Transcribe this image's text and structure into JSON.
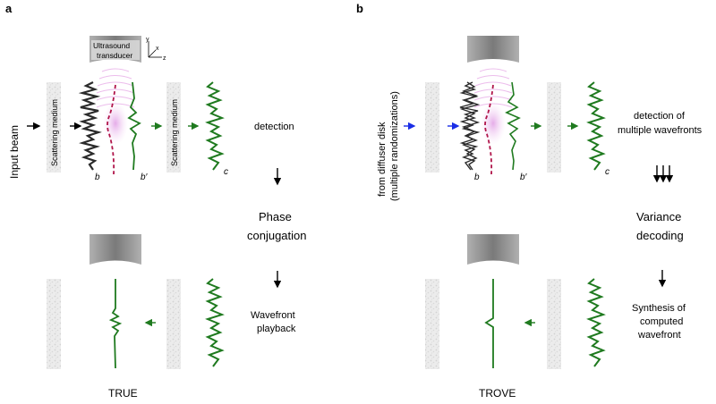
{
  "panels": {
    "a": {
      "letter": "a",
      "input_label": "Input beam",
      "medium_label": "Scattering medium",
      "transducer_line1": "Ultrasound",
      "transducer_line2": "transducer",
      "axes": {
        "y": "y",
        "x": "x",
        "z": "z"
      },
      "wave_b": "b",
      "wave_bprime": "b′",
      "wave_c": "c",
      "step1": "detection",
      "step2_line1": "Phase",
      "step2_line2": "conjugation",
      "step3_line1": "Wavefront",
      "step3_line2": "playback",
      "method": "TRUE"
    },
    "b": {
      "letter": "b",
      "input_line1": "from diffuser disk",
      "input_line2": "(multiple randomizations)",
      "wave_b": "b",
      "wave_bprime": "b′",
      "wave_c": "c",
      "step1_line1": "detection of",
      "step1_line2": "multiple wavefronts",
      "step2_line1": "Variance",
      "step2_line2": "decoding",
      "step3_line1": "Synthesis of",
      "step3_line2": "computed",
      "step3_line3": "wavefront",
      "method": "TROVE"
    }
  },
  "colors": {
    "wave_dark": "#2b2b2b",
    "wave_green": "#1f7a1f",
    "focus_pink": "#e7b2ea",
    "dashed_red": "#b0154a",
    "arrow_blue": "#1a2ee6",
    "medium_grey": "#e4e4e4",
    "transducer_grey": "#8a8a8a"
  }
}
